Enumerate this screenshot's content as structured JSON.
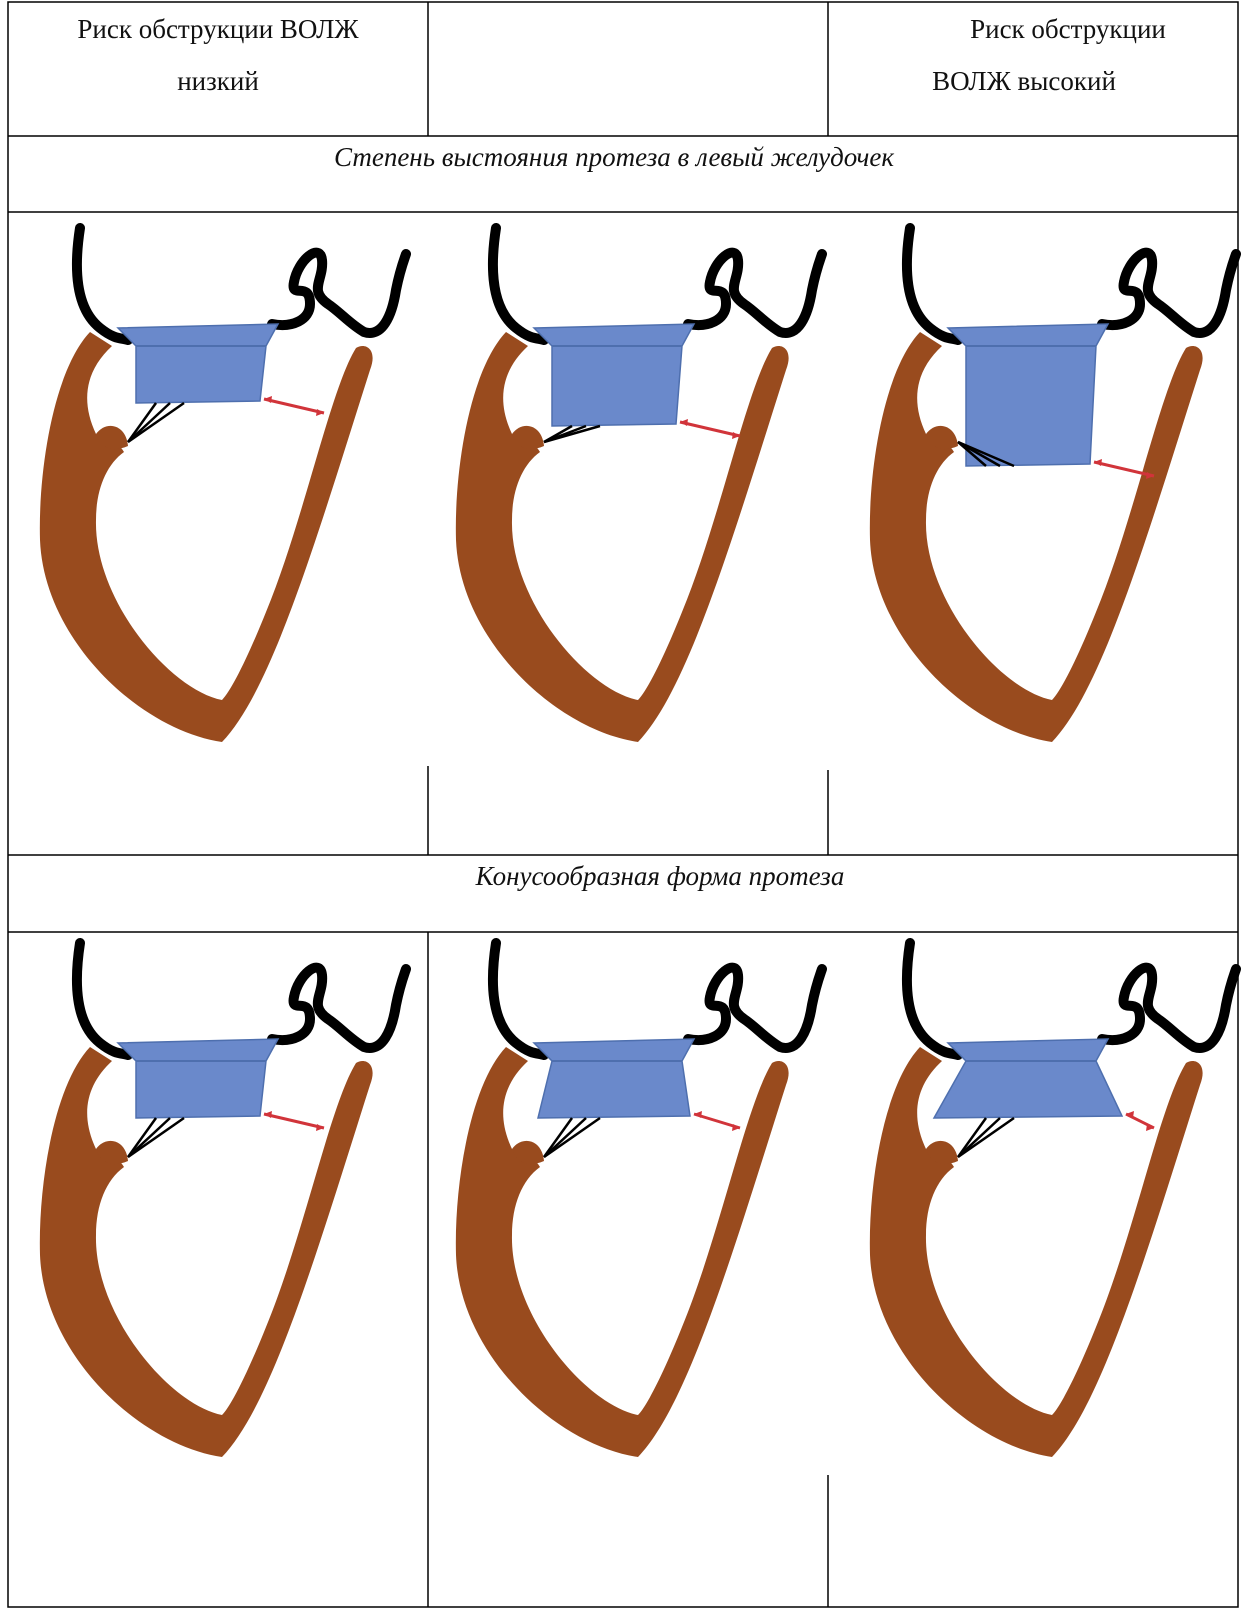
{
  "header": {
    "left_line1": "Риск обструкции ВОЛЖ",
    "left_line2": "низкий",
    "right_line1": "Риск обструкции",
    "right_line2": "ВОЛЖ высокий"
  },
  "sections": [
    {
      "title": "Степень выстояния протеза в левый желудочек"
    },
    {
      "title": "Конусообразная форма протеза"
    }
  ],
  "colors": {
    "myocardium": "#994B1E",
    "prosthesis": "#6A89CB",
    "prosthesis_edge": "#4E6FAE",
    "vessel": "#000000",
    "arrow": "#D1343A",
    "border": "#000000"
  },
  "figure_rows": [
    {
      "name": "protrusion",
      "panels": [
        {
          "shape": "straight",
          "protrusion": "low"
        },
        {
          "shape": "straight",
          "protrusion": "medium"
        },
        {
          "shape": "straight",
          "protrusion": "high"
        }
      ]
    },
    {
      "name": "conical",
      "panels": [
        {
          "shape": "straight",
          "protrusion": "low"
        },
        {
          "shape": "moderate-cone",
          "protrusion": "low"
        },
        {
          "shape": "strong-cone",
          "protrusion": "low"
        }
      ]
    }
  ]
}
